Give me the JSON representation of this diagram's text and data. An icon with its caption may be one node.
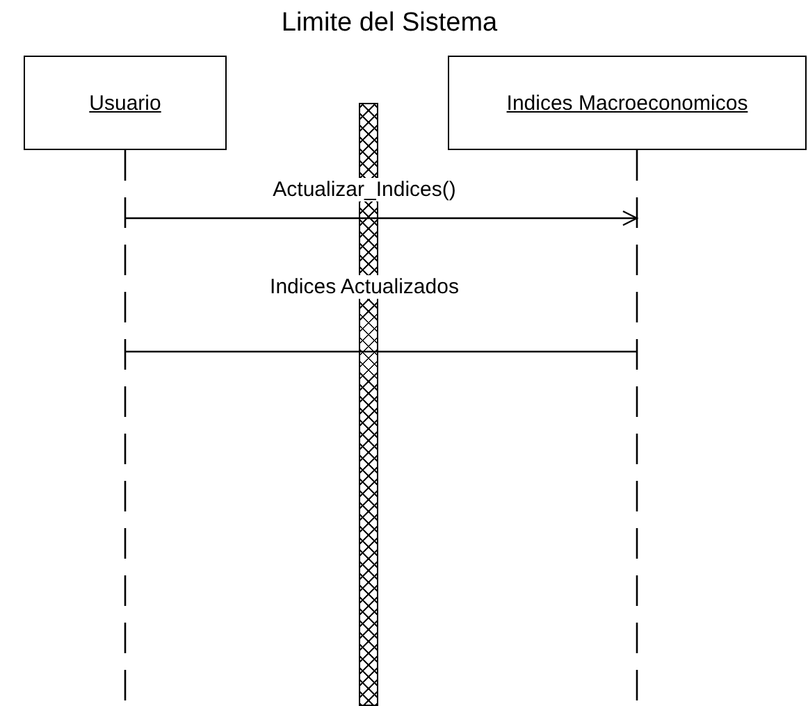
{
  "diagram": {
    "title": "Limite del Sistema",
    "nodes": [
      {
        "text": [
          "Usuario"
        ]
      },
      {
        "text": [
          "Indices Macroeconomicos"
        ]
      }
    ],
    "edges": [
      {
        "from": 0,
        "to": 1,
        "arrow": "to",
        "label": "Actualizar_Indices()"
      },
      {
        "from": 1,
        "to": 0,
        "arrow": "none",
        "label": "Indices Actualizados"
      }
    ]
  }
}
